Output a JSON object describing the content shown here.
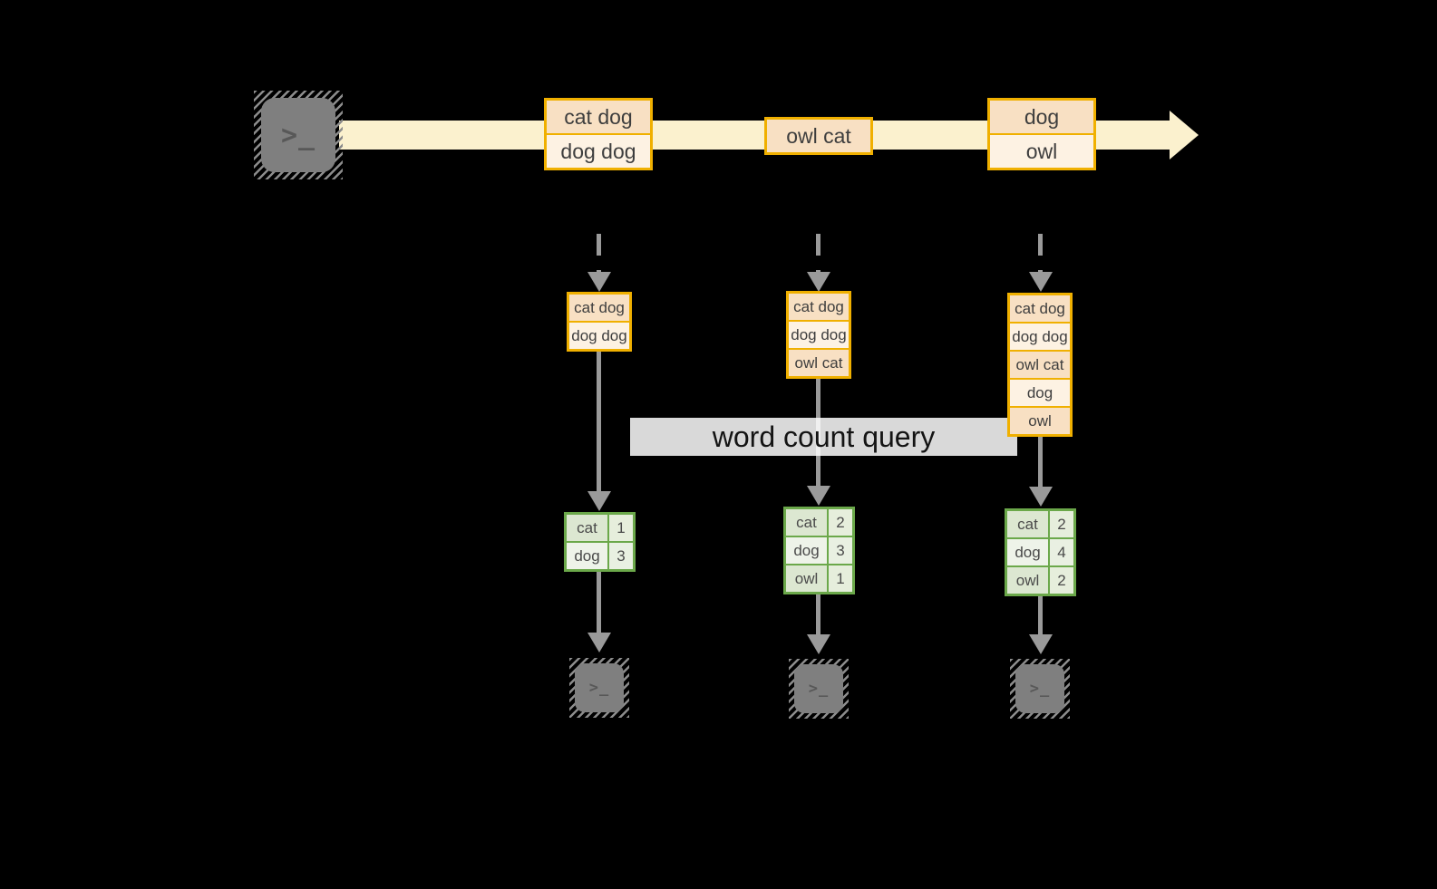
{
  "colors": {
    "background": "#000000",
    "stream_band": "#FBF1CE",
    "record_border": "#F0B000",
    "record_fill_dark": "#F8E0C3",
    "record_fill_light": "#FDF2E3",
    "result_border": "#6BA84A",
    "result_fill_dark": "#DCE7D1",
    "result_fill_light": "#EEF3E9",
    "arrow_gray": "#9A9A9A",
    "terminal_gray": "#7F7F7F",
    "query_label_bg": "#FFFFFF"
  },
  "terminal_glyph": ">_",
  "query_label": "word count query",
  "stream_batches": [
    {
      "records": [
        "cat dog",
        "dog dog"
      ]
    },
    {
      "records": [
        "owl cat"
      ]
    },
    {
      "records": [
        "dog",
        "owl"
      ]
    }
  ],
  "micro_batches": [
    {
      "input_rows": [
        "cat dog",
        "dog dog"
      ],
      "word_counts": [
        {
          "word": "cat",
          "count": "1"
        },
        {
          "word": "dog",
          "count": "3"
        }
      ]
    },
    {
      "input_rows": [
        "cat dog",
        "dog dog",
        "owl cat"
      ],
      "word_counts": [
        {
          "word": "cat",
          "count": "2"
        },
        {
          "word": "dog",
          "count": "3"
        },
        {
          "word": "owl",
          "count": "1"
        }
      ]
    },
    {
      "input_rows": [
        "cat dog",
        "dog dog",
        "owl cat",
        "dog",
        "owl"
      ],
      "word_counts": [
        {
          "word": "cat",
          "count": "2"
        },
        {
          "word": "dog",
          "count": "4"
        },
        {
          "word": "owl",
          "count": "2"
        }
      ]
    }
  ]
}
